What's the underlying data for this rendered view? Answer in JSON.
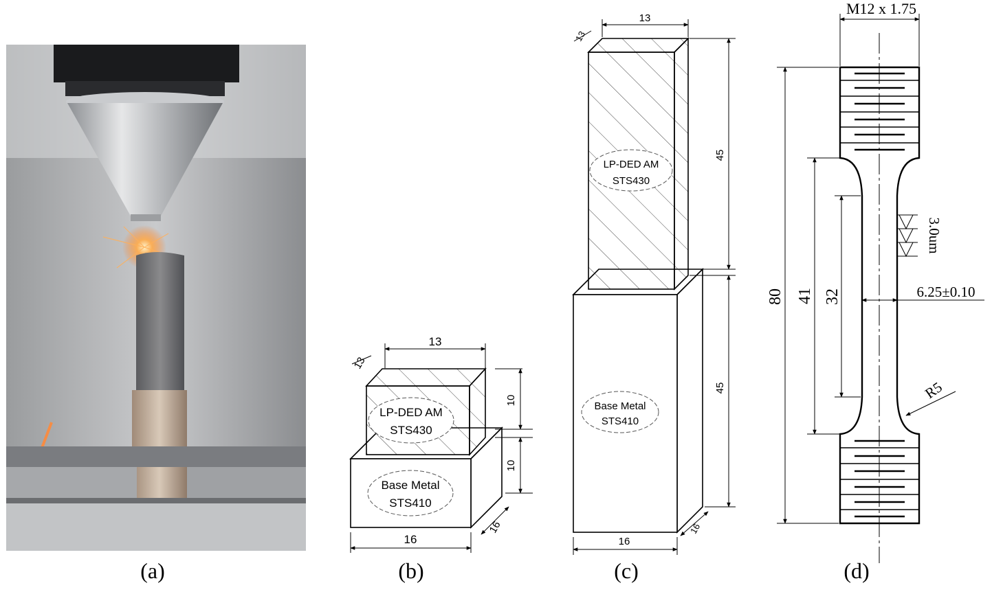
{
  "panels": {
    "a": {
      "caption": "(a)"
    },
    "b": {
      "caption": "(b)",
      "top_block": {
        "line1": "LP-DED AM",
        "line2": "STS430"
      },
      "bottom_block": {
        "line1": "Base Metal",
        "line2": "STS410"
      },
      "dims": {
        "top_width": "13",
        "top_depth": "13",
        "top_height": "10",
        "bottom_height": "10",
        "bottom_width": "16",
        "bottom_depth": "16"
      }
    },
    "c": {
      "caption": "(c)",
      "top_block": {
        "line1": "LP-DED AM",
        "line2": "STS430"
      },
      "bottom_block": {
        "line1": "Base Metal",
        "line2": "STS410"
      },
      "dims": {
        "top_width": "13",
        "top_depth": "13",
        "top_height": "45",
        "bottom_height": "45",
        "bottom_width": "16",
        "bottom_depth": "16"
      }
    },
    "d": {
      "caption": "(d)",
      "thread": "M12 x 1.75",
      "total_length": "80",
      "reduced_length": "41",
      "gauge_length": "32",
      "diameter": "6.25±0.10",
      "roughness": "3.0um",
      "radius": "R5"
    }
  }
}
